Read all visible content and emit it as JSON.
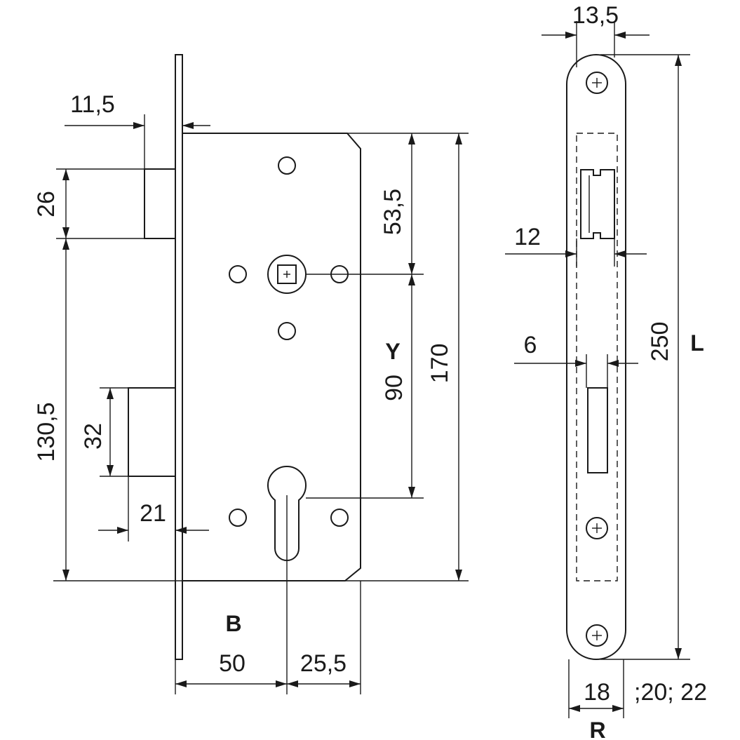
{
  "dimensions": {
    "backset_50": "50",
    "dist_25_5": "25,5",
    "faceplate_11_5": "11,5",
    "latch_26": "26",
    "height_130_5": "130,5",
    "bolt_32": "32",
    "bolt_21": "21",
    "spindle_53_5": "53,5",
    "center_90": "90",
    "case_170": "170",
    "front_13_5": "13,5",
    "front_12": "12",
    "front_6": "6",
    "front_250": "250",
    "front_18": "18",
    "front_width_options": ";20; 22"
  },
  "labels": {
    "backset": "B",
    "center_distance": "Y",
    "length": "L",
    "radius": "R"
  },
  "colors": {
    "line": "#1a1a1a",
    "background": "#ffffff"
  }
}
